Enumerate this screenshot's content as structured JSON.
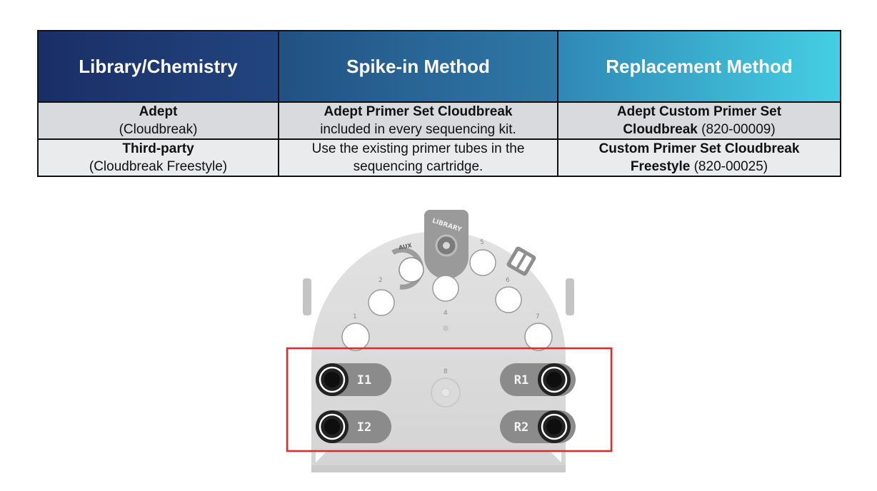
{
  "table": {
    "headers": [
      "Library/Chemistry",
      "Spike-in Method",
      "Replacement Method"
    ],
    "rows": [
      {
        "library_bold": "Adept",
        "library_note": "(Cloudbreak)",
        "spike_bold": "Adept Primer Set Cloudbreak",
        "spike_note": "included in every sequencing kit.",
        "replacement_line1_bold": "Adept Custom Primer Set",
        "replacement_line2_bold": "Cloudbreak",
        "replacement_line2_rest": " (820-00009)"
      },
      {
        "library_bold": "Third-party",
        "library_note": "(Cloudbreak Freestyle)",
        "spike_line1": "Use the existing primer tubes in the",
        "spike_line2": "sequencing cartridge.",
        "replacement_line1_bold": "Custom Primer Set Cloudbreak",
        "replacement_line2_bold": "Freestyle",
        "replacement_line2_rest": " (820-00025)"
      }
    ]
  },
  "diagram": {
    "library_label": "LIBRARY",
    "aux_label": "AUX",
    "hole_numbers": [
      "1",
      "2",
      "4",
      "5",
      "6",
      "7",
      "8"
    ],
    "tags": [
      "I1",
      "I2",
      "R1",
      "R2"
    ],
    "highlight_color": "#e0282d"
  }
}
